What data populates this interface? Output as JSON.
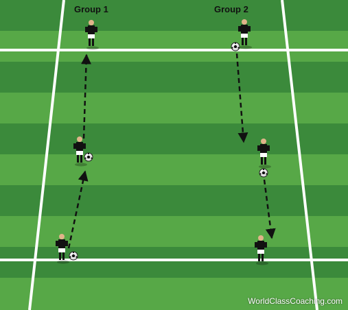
{
  "diagram": {
    "group1_label": "Group 1",
    "group2_label": "Group 2",
    "watermark": "WorldClassCoaching.com"
  },
  "colors": {
    "grass_dark": "#3b8a3b",
    "grass_light": "#57a847",
    "lines": "#ffffff",
    "player_shirt": "#111111",
    "player_shorts": "#ffffff",
    "arrow": "#111111"
  },
  "icons": {
    "player": "player-icon",
    "ball": "soccer-ball-icon",
    "arrow": "dashed-arrow-icon"
  }
}
